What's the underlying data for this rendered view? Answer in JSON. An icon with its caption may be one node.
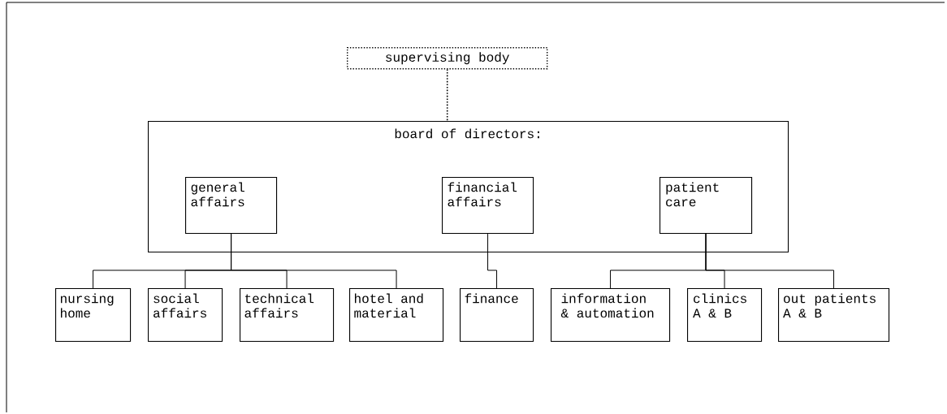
{
  "diagram": {
    "nodes": [
      {
        "text": [
          "supervising body"
        ]
      },
      {
        "text": [
          "board of directors:"
        ]
      },
      {
        "text": [
          "general affairs"
        ],
        "in": 1
      },
      {
        "text": [
          "financial affairs"
        ],
        "in": 1
      },
      {
        "text": [
          "patient care"
        ],
        "in": 1
      },
      {
        "text": [
          "nursing home"
        ]
      },
      {
        "text": [
          "social affairs"
        ]
      },
      {
        "text": [
          "technical affairs"
        ]
      },
      {
        "text": [
          "hotel and material"
        ]
      },
      {
        "text": [
          "finance"
        ]
      },
      {
        "text": [
          "information & automation"
        ]
      },
      {
        "text": [
          "clinics A & B"
        ]
      },
      {
        "text": [
          "out patients A & B"
        ]
      }
    ],
    "edges": [
      {
        "from": 0,
        "to": 1,
        "arrow": "none",
        "style": "dashed"
      },
      {
        "from": 2,
        "to": 5,
        "arrow": "none"
      },
      {
        "from": 2,
        "to": 6,
        "arrow": "none"
      },
      {
        "from": 2,
        "to": 7,
        "arrow": "none"
      },
      {
        "from": 2,
        "to": 8,
        "arrow": "none"
      },
      {
        "from": 3,
        "to": 9,
        "arrow": "none"
      },
      {
        "from": 4,
        "to": 10,
        "arrow": "none"
      },
      {
        "from": 4,
        "to": 11,
        "arrow": "none"
      },
      {
        "from": 4,
        "to": 12,
        "arrow": "none"
      }
    ]
  }
}
